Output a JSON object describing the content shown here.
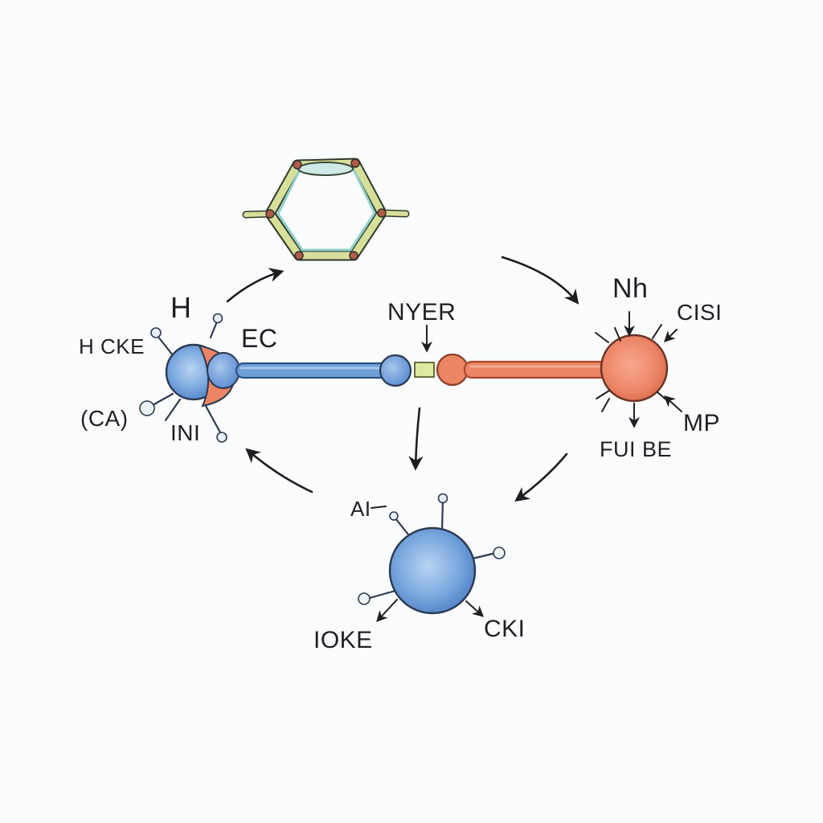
{
  "labels": {
    "h": "H",
    "h_cke": "H CKE",
    "ec": "EC",
    "ca": "(CA)",
    "ini": "INI",
    "nyer": "NYER",
    "nh": "Nh",
    "cisi": "CISI",
    "mp": "MP",
    "fui_be": "FUI BE",
    "ai": "AI",
    "ioke": "IOKE",
    "cki": "CKI"
  },
  "colors": {
    "blue_fill": "#6f9fd8",
    "blue_dark": "#3d6fb8",
    "orange_fill": "#ec8466",
    "orange_dark": "#c9583c",
    "hexagon_yellow": "#d8df9a",
    "hexagon_teal": "#7fc6c3",
    "ink": "#1f1f24"
  }
}
